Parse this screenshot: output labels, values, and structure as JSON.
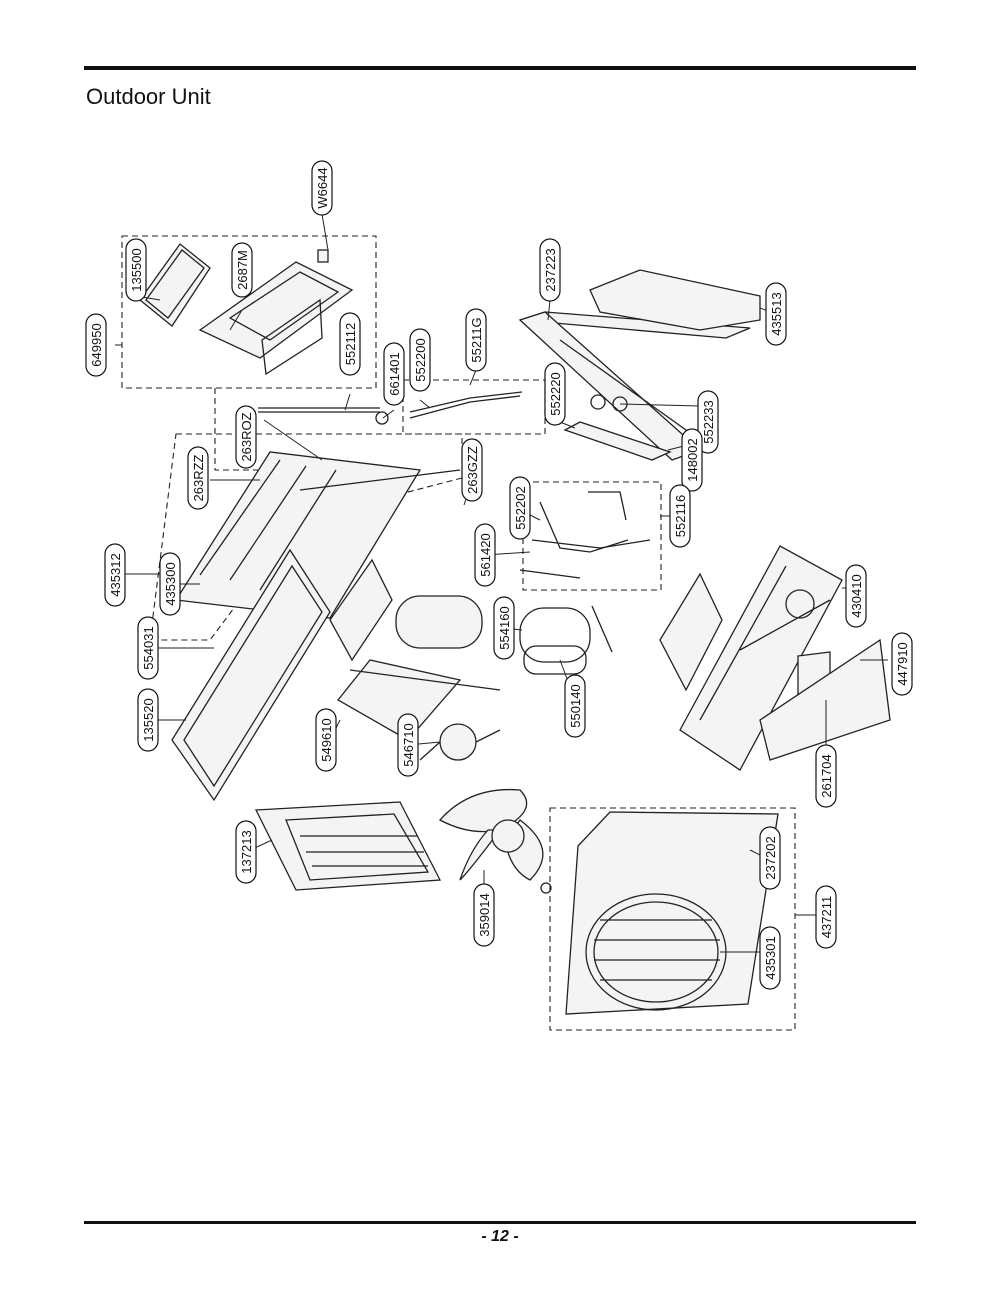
{
  "page": {
    "title": "Outdoor Unit",
    "page_number": "- 12 -"
  },
  "callouts": [
    "649950",
    "135500",
    "2687M",
    "W6644",
    "552112",
    "661401",
    "552200",
    "55211G",
    "237223",
    "435513",
    "552220",
    "552233",
    "148002",
    "263ROZ",
    "263RZZ",
    "263GZZ",
    "552202",
    "552116",
    "435312",
    "435300",
    "561420",
    "430410",
    "554031",
    "554160",
    "447910",
    "135520",
    "549610",
    "546710",
    "550140",
    "261704",
    "137213",
    "359014",
    "237202",
    "435301",
    "437211"
  ]
}
